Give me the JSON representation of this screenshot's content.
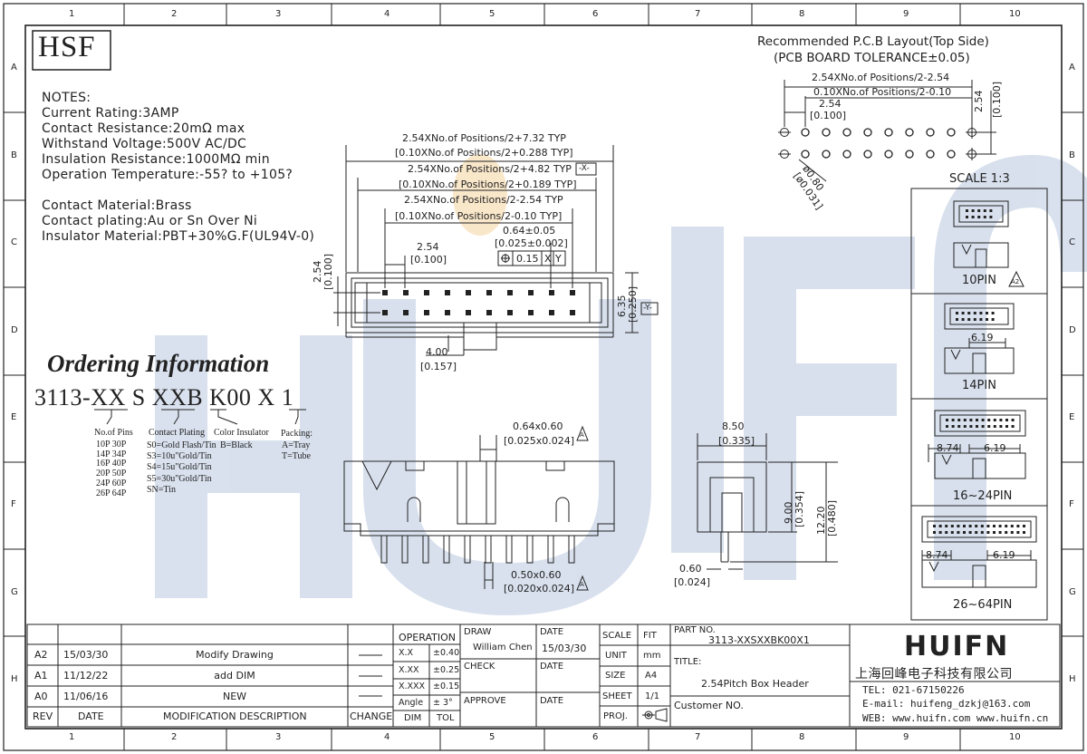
{
  "border": {
    "cols": [
      "1",
      "2",
      "3",
      "4",
      "5",
      "6",
      "7",
      "8",
      "9",
      "10"
    ],
    "rows": [
      "A",
      "B",
      "C",
      "D",
      "E",
      "F",
      "G",
      "H"
    ]
  },
  "logo_text": "HSF",
  "notes": {
    "heading": "NOTES:",
    "lines": [
      "Current Rating:3AMP",
      "Contact Resistance:20mΩ   max",
      "Withstand Voltage:500V AC/DC",
      "Insulation Resistance:1000MΩ min",
      "Operation Temperature:-55? to +105?",
      "",
      "Contact Material:Brass",
      "Contact plating:Au or Sn Over Ni",
      "Insulator Material:PBT+30%G.F(UL94V-0)"
    ]
  },
  "ordering": {
    "title": "Ordering Information",
    "code": {
      "p1": "3113-",
      "p2": "XX",
      "p3": " S ",
      "p4": "XX",
      "p5": "B",
      "p6": " K00 ",
      "p7": "X",
      "p8": " 1"
    },
    "pins_label": "No.of Pins",
    "pins": [
      "10P  30P",
      "14P  34P",
      "16P  40P",
      "20P  50P",
      "24P  60P",
      "26P  64P"
    ],
    "plating_label": "Contact Plating",
    "plating": [
      "S0=Gold Flash/Tin",
      "S3=10u\"Gold/Tin",
      "S4=15u\"Gold/Tin",
      "S5=30u\"Gold/Tin",
      "SN=Tin"
    ],
    "color_label": "Color Insulator",
    "color": "B=Black",
    "packing_label": "Packing:",
    "packing": [
      "A=Tray",
      "T=Tube"
    ]
  },
  "pcb": {
    "title1": "Recommended P.C.B Layout(Top Side)",
    "title2": "(PCB BOARD TOLERANCE±0.05)",
    "d1": "2.54XNo.of Positions/2-2.54",
    "d2": "0.10XNo.of Positions/2-0.10",
    "d3": "2.54",
    "d4": "[0.100]",
    "d5": "2.54",
    "d6": "[0.100]",
    "hole": "ø0.80",
    "hole_in": "[ø0.031]"
  },
  "top_view": {
    "d1": "2.54XNo.of Positions/2+7.32 TYP",
    "d2": "[0.10XNo.of Positions/2+0.288 TYP]",
    "d3": "2.54XNo.of Positions/2+4.82 TYP",
    "d4": "[0.10XNo.of Positions/2+0.189 TYP]",
    "d5": "2.54XNo.of Positions/2-2.54 TYP",
    "d6": "[0.10XNo.of Positions/2-0.10 TYP]",
    "d7": "0.64±0.05",
    "d8": "[0.025±0.002]",
    "tol": "0.15",
    "datum_x": "X",
    "datum_y": "Y",
    "frame_x": "-X-",
    "frame_y": "-Y-",
    "pitch": "2.54",
    "pitch_in": "[0.100]",
    "row": "2.54",
    "row_in": "[0.100]",
    "height": "6.35",
    "height_in": "[0.250]",
    "key": "4.00",
    "key_in": "[0.157]"
  },
  "front_view": {
    "d1": "0.64x0.60",
    "d2": "[0.025x0.024]",
    "d3": "0.50x0.60",
    "d4": "[0.020x0.024]",
    "rev_mark": "A"
  },
  "side_view": {
    "w": "8.50",
    "w_in": "[0.335]",
    "h1": "9.00",
    "h1_in": "[0.354]",
    "h2": "12.20",
    "h2_in": "[0.480]",
    "pin": "0.60",
    "pin_in": "[0.024]"
  },
  "scale_panel": {
    "title": "SCALE 1:3",
    "labels": [
      "10PIN",
      "14PIN",
      "16~24PIN",
      "26~64PIN"
    ],
    "d1": "6.19",
    "d2": "8.74",
    "rev_mark": "A2"
  },
  "title_block": {
    "revisions": [
      {
        "rev": "A2",
        "date": "15/03/30",
        "desc": "Modify Drawing"
      },
      {
        "rev": "A1",
        "date": "11/12/22",
        "desc": "add DIM"
      },
      {
        "rev": "A0",
        "date": "11/06/16",
        "desc": "NEW"
      }
    ],
    "rev_h": "REV",
    "date_h": "DATE",
    "desc_h": "MODIFICATION  DESCRIPTION",
    "change_h": "CHANGE",
    "operation": "OPERATION",
    "tol_rows": [
      {
        "dim": "X.X",
        "tol": "±0.40"
      },
      {
        "dim": "X.XX",
        "tol": "±0.25"
      },
      {
        "dim": "X.XXX",
        "tol": "±0.15"
      },
      {
        "dim": "Angle",
        "tol": "± 3°"
      }
    ],
    "dim_h": "DIM",
    "tol_h": "TOL",
    "draw": "DRAW",
    "drawer": "William Chen",
    "date": "DATE",
    "draw_date": "15/03/30",
    "check": "CHECK",
    "approve": "APPROVE",
    "scale": "SCALE",
    "fit": "FIT",
    "unit": "UNIT",
    "unit_v": "mm",
    "size": "SIZE",
    "size_v": "A4",
    "sheet": "SHEET",
    "sheet_v": "1/1",
    "proj": "PROJ.",
    "part_no_label": "PART NO.",
    "part_no": "3113-XXSXXBK00X1",
    "title_label": "TITLE:",
    "title": "2.54Pitch Box Header",
    "customer": "Customer NO.",
    "brand": "HUIFN",
    "company": "上海回峰电子科技有限公司",
    "tel": "TEL: 021-67150226",
    "email": "E-mail: huifeng_dzkj@163.com",
    "web": "WEB: www.huifn.com   www.huifn.cn"
  },
  "colors": {
    "line": "#222222",
    "watermark": "#1e4f9c",
    "highlight": "#f2c98a"
  }
}
